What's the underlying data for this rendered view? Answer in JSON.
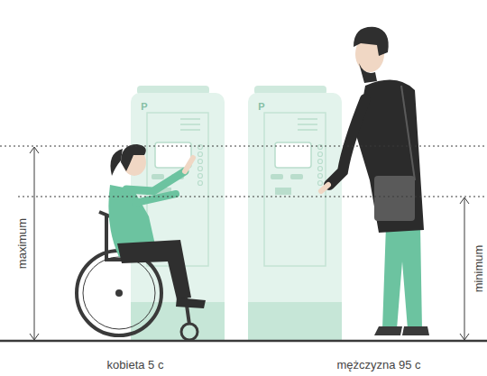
{
  "diagram": {
    "labels": [
      "P",
      "P",
      "maximum",
      "minimum",
      "kobieta 5 c",
      "mężczyzna 95 c"
    ]
  }
}
